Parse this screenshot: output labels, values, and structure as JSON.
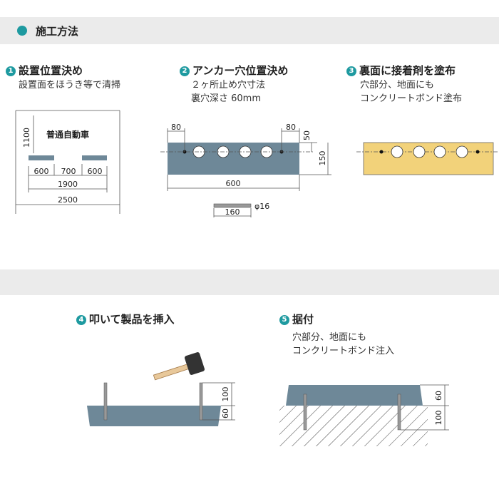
{
  "header": {
    "title": "施工方法"
  },
  "steps": [
    {
      "num": "1",
      "title": "設置位置決め",
      "desc": [
        "設置面をほうき等で清掃"
      ]
    },
    {
      "num": "2",
      "title": "アンカー穴位置決め",
      "desc": [
        "２ヶ所止め穴寸法",
        "裏穴深さ 60mm"
      ]
    },
    {
      "num": "3",
      "title": "裏面に接着剤を塗布",
      "desc": [
        "穴部分、地面にも",
        "コンクリートボンド塗布"
      ]
    },
    {
      "num": "4",
      "title": "叩いて製品を挿入",
      "desc": []
    },
    {
      "num": "5",
      "title": "据付",
      "desc": [
        "穴部分、地面にも",
        "コンクリートボンド注入"
      ]
    }
  ],
  "diagram1": {
    "car_label": "普通自動車",
    "height": "1100",
    "seg_a": "600",
    "seg_b": "700",
    "seg_c": "600",
    "total_inner": "1900",
    "total_outer": "2500"
  },
  "diagram2": {
    "left_offset": "80",
    "right_offset": "80",
    "top_offset": "50",
    "height": "150",
    "width": "600",
    "anchor_length": "160",
    "anchor_diameter": "φ16"
  },
  "diagram4": {
    "upper": "100",
    "lower": "60"
  },
  "diagram5": {
    "upper": "60",
    "lower": "100"
  },
  "colors": {
    "accent": "#1e9aa0",
    "product": "#6e8898",
    "adhesive": "#f2d27a",
    "band": "#ebebeb"
  }
}
